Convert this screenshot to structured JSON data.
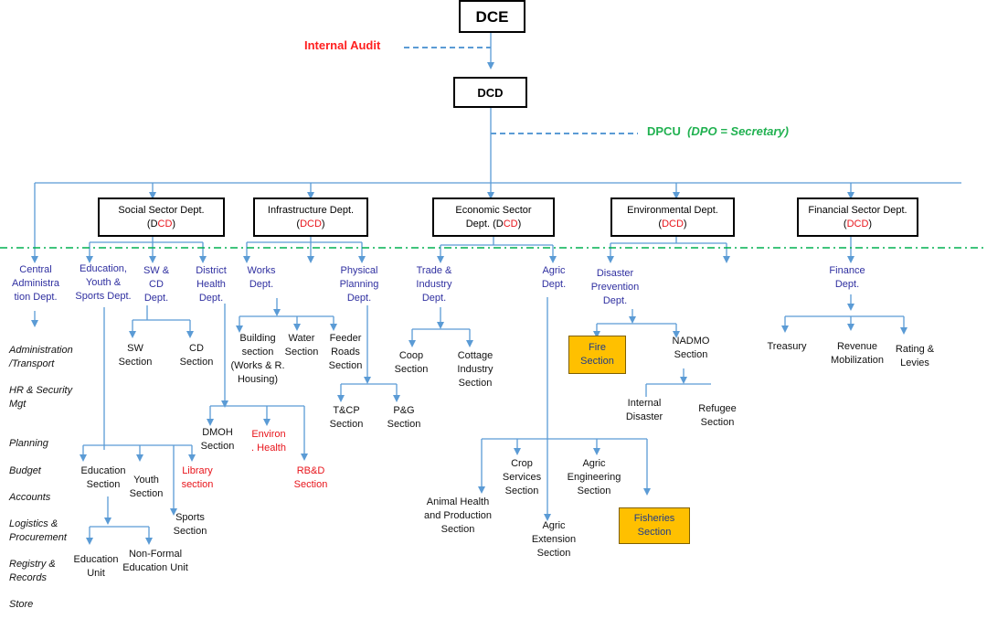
{
  "top": {
    "dce": "DCE",
    "internal_audit": "Internal Audit",
    "dcd": "DCD",
    "dpcu": "DPCU",
    "dpcu_note": "(DPO = Secretary)"
  },
  "departments": [
    {
      "name": "Social Sector Dept.",
      "pre": "(D",
      "code": "CD",
      "post": ")"
    },
    {
      "name": "Infrastructure Dept.",
      "pre": "(",
      "code": "DCD",
      "post": ")"
    },
    {
      "name": "Economic Sector Dept.",
      "pre": "Dept. (D",
      "code": "CD",
      "post": ")"
    },
    {
      "name": "Environmental Dept.",
      "pre": "(",
      "code": "DCD",
      "post": ")"
    },
    {
      "name": "Financial Sector Dept.",
      "pre": "(",
      "code": "DCD",
      "post": ")"
    }
  ],
  "economic_line1": "Economic Sector",
  "sub_depts": {
    "central": "Central\nAdministra\ntion Dept.",
    "education": "Education,\nYouth &\nSports Dept.",
    "swcd": "SW &\nCD\nDept.",
    "district_health": "District\nHealth\nDept.",
    "works": "Works\nDept.",
    "physical_planning": "Physical\nPlanning\nDept.",
    "trade": "Trade &\nIndustry\nDept.",
    "agric": "Agric\nDept.",
    "disaster": "Disaster\nPrevention\nDept.",
    "finance": "Finance\nDept."
  },
  "admin_functions": [
    "Administration\n/Transport",
    "HR & Security\nMgt",
    "Planning",
    "Budget",
    "Accounts",
    "Logistics &\nProcurement",
    "Registry &\nRecords",
    "Store"
  ],
  "sections": {
    "sw": "SW\nSection",
    "cd": "CD\nSection",
    "building": "Building\nsection\n(Works & R.\nHousing)",
    "water": "Water\nSection",
    "feeder": "Feeder\nRoads\nSection",
    "tcp": "T&CP\nSection",
    "pg": "P&G\nSection",
    "dmoh": "DMOH\nSection",
    "environ": "Environ\n. Health",
    "rbd": "RB&D\nSection",
    "coop": "Coop\nSection",
    "cottage": "Cottage\nIndustry\nSection",
    "education_section": "Education\nSection",
    "youth": "Youth\nSection",
    "library": "Library\nsection",
    "sports": "Sports\nSection",
    "education_unit": "Education\nUnit",
    "nonformal": "Non-Formal\nEducation Unit",
    "crop": "Crop\nServices\nSection",
    "agric_eng": "Agric\nEngineering\nSection",
    "animal": "Animal Health\nand Production\nSection",
    "agric_ext": "Agric\nExtension\nSection",
    "fisheries": "Fisheries\nSection",
    "fire": "Fire\nSection",
    "nadmo": "NADMO\nSection",
    "internal_disaster": "Internal\nDisaster",
    "refugee": "Refugee\nSection",
    "treasury": "Treasury",
    "revenue": "Revenue\nMobilization",
    "rating": "Rating &\nLevies"
  },
  "colors": {
    "connector": "#5b9bd5",
    "divider": "#00b050",
    "audit": "#ff0000",
    "dpcu": "#00b050",
    "highlight": "#ffc000",
    "dept_text": "#2e2e9e"
  }
}
